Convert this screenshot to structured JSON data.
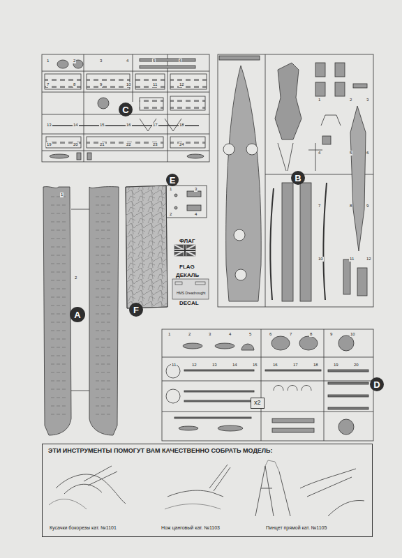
{
  "diagram": {
    "nodes": [
      {
        "text": [
          "C"
        ]
      },
      {
        "text": [
          "B"
        ]
      },
      {
        "text": [
          "E"
        ]
      },
      {
        "text": [
          "A"
        ]
      },
      {
        "text": [
          "F"
        ]
      },
      {
        "text": [
          "D"
        ]
      },
      {
        "text": [
          "x2"
        ]
      },
      {
        "text": [
          "ЭТИ ИНСТРУМЕНТЫ ПОМОГУТ ВАМ КАЧЕСТВЕННО СОБРАТЬ МОДЕЛЬ:",
          "Кусачки бокорезы кат. №1101",
          "Нож цанговый кат. №1103",
          "Пинцет прямой кат. №1105"
        ]
      }
    ],
    "labels": [
      "ФЛАГ",
      "FLAG",
      "ДЕКАЛЬ",
      "DECAL",
      "HMS Dreadnought",
      "1",
      "2",
      "3",
      "4",
      "5",
      "6",
      "7",
      "8",
      "9",
      "10",
      "11",
      "12",
      "13",
      "14",
      "15",
      "16",
      "17",
      "18",
      "19",
      "20",
      "21",
      "22",
      "23",
      "24",
      "1",
      "2",
      "3",
      "4",
      "5",
      "6",
      "7",
      "8",
      "9",
      "10",
      "11",
      "12",
      "1",
      "2",
      "1",
      "2",
      "3",
      "4",
      "5",
      "6",
      "7",
      "8",
      "9",
      "10",
      "11",
      "12",
      "13",
      "14",
      "15",
      "16",
      "17",
      "18",
      "19",
      "20",
      "1",
      "2",
      "3",
      "4"
    ]
  }
}
